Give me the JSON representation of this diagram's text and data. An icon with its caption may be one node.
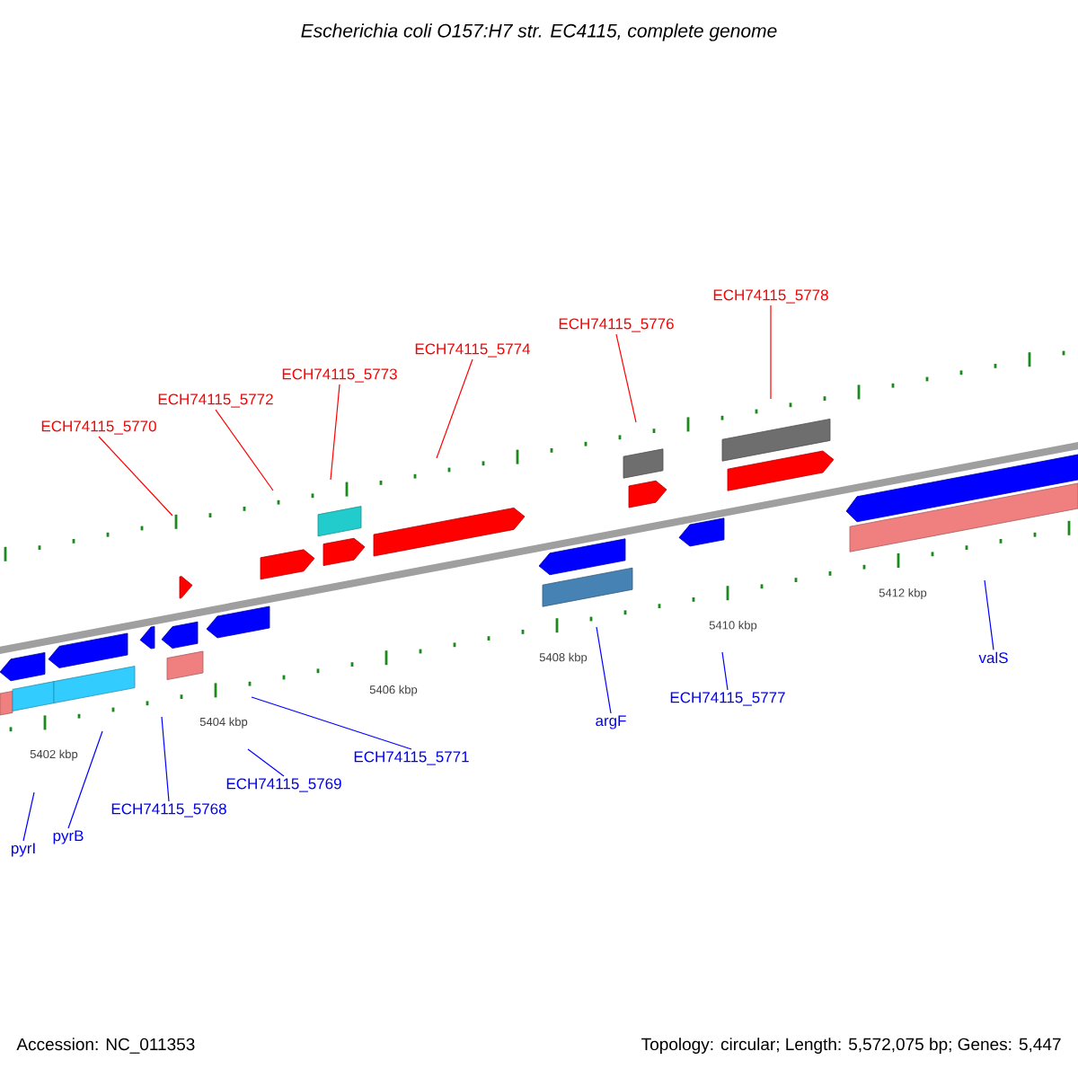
{
  "diagram": {
    "title": "Escherichia coli O157:H7 str. EC4115, complete genome",
    "nodes": [
      {
        "text": [
          "ECH74115_5770"
        ]
      },
      {
        "text": [
          "ECH74115_5772"
        ]
      },
      {
        "text": [
          "ECH74115_5773"
        ]
      },
      {
        "text": [
          "ECH74115_5774"
        ]
      },
      {
        "text": [
          "ECH74115_5776"
        ]
      },
      {
        "text": [
          "ECH74115_5778"
        ]
      },
      {
        "text": [
          "pyrI"
        ]
      },
      {
        "text": [
          "pyrB"
        ]
      },
      {
        "text": [
          "ECH74115_5768"
        ]
      },
      {
        "text": [
          "ECH74115_5769"
        ]
      },
      {
        "text": [
          "ECH74115_5771"
        ]
      },
      {
        "text": [
          "argF"
        ]
      },
      {
        "text": [
          "ECH74115_5777"
        ]
      },
      {
        "text": [
          "valS"
        ]
      }
    ],
    "edges": [
      {
        "from": 0,
        "to": null,
        "arrow": "none",
        "color": "#ff0000"
      },
      {
        "from": 1,
        "to": null,
        "arrow": "none",
        "color": "#ff0000"
      },
      {
        "from": 2,
        "to": null,
        "arrow": "none",
        "color": "#ff0000"
      },
      {
        "from": 3,
        "to": null,
        "arrow": "none",
        "color": "#ff0000"
      },
      {
        "from": 4,
        "to": null,
        "arrow": "none",
        "color": "#ff0000"
      },
      {
        "from": 5,
        "to": null,
        "arrow": "none",
        "color": "#ff0000"
      },
      {
        "from": 6,
        "to": null,
        "arrow": "none",
        "color": "#0000ff"
      },
      {
        "from": 7,
        "to": null,
        "arrow": "none",
        "color": "#0000ff"
      },
      {
        "from": 8,
        "to": null,
        "arrow": "none",
        "color": "#0000ff"
      },
      {
        "from": 9,
        "to": null,
        "arrow": "none",
        "color": "#0000ff"
      },
      {
        "from": 10,
        "to": null,
        "arrow": "none",
        "color": "#0000ff"
      },
      {
        "from": 11,
        "to": null,
        "arrow": "none",
        "color": "#0000ff"
      },
      {
        "from": 12,
        "to": null,
        "arrow": "none",
        "color": "#0000ff"
      },
      {
        "from": 13,
        "to": null,
        "arrow": "none",
        "color": "#0000ff"
      }
    ],
    "labels": [
      "5402 kbp",
      "5404 kbp",
      "5406 kbp",
      "5408 kbp",
      "5410 kbp",
      "5412 kbp",
      "Accession: NC_011353",
      "Topology: circular; Length: 5,572,075 bp; Genes: 5,447"
    ]
  }
}
